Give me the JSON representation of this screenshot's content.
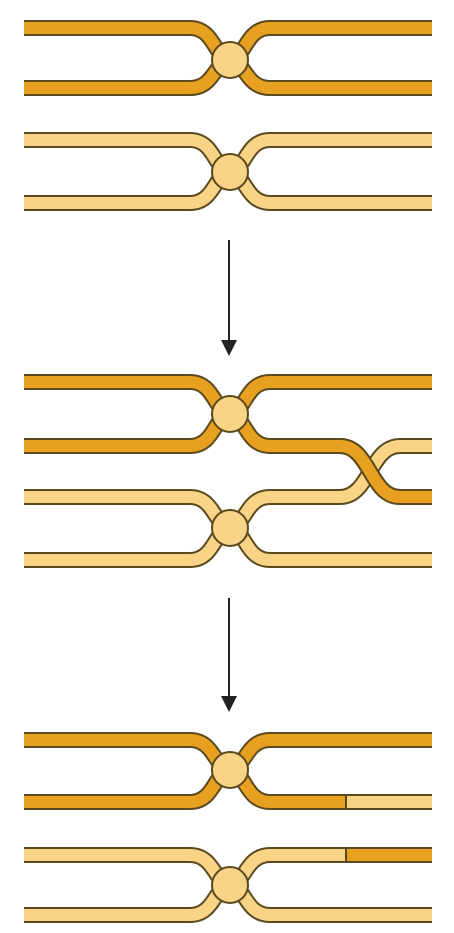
{
  "diagram": {
    "description_free": true,
    "colors": {
      "dark_chromatid_fill": "#E8A020",
      "light_chromatid_fill": "#FAD486",
      "centromere_fill": "#FAD486",
      "outline": "#5A4A1E",
      "arrow": "#222222",
      "background": "#FFFFFF"
    },
    "stages": [
      {
        "id": "before-crossing-over",
        "chromosomes": [
          "dark",
          "light"
        ]
      },
      {
        "id": "crossing-over",
        "chromosomes": [
          "dark",
          "light"
        ],
        "crossover": true
      },
      {
        "id": "after-crossing-over",
        "chromosomes": [
          "dark",
          "light"
        ],
        "exchanged_segments": true
      }
    ],
    "arrows": [
      "arrow-down",
      "arrow-down"
    ]
  }
}
